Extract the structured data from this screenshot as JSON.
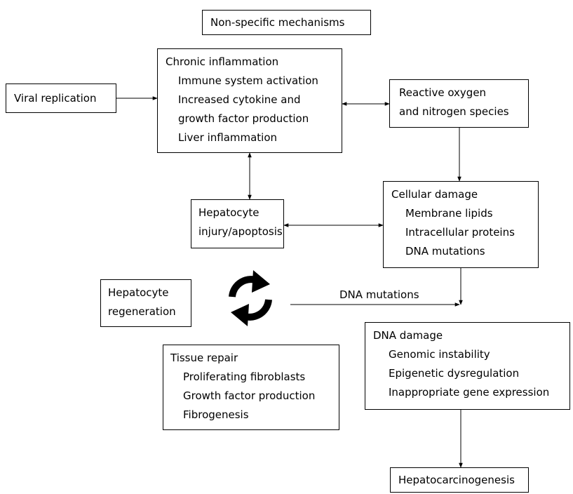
{
  "title": "Non-specific mechanisms",
  "viral": "Viral replication",
  "inflammation": {
    "heading": "Chronic inflammation",
    "items": [
      "Immune system activation",
      "Increased cytokine and",
      "growth factor production",
      "Liver inflammation"
    ]
  },
  "ros": [
    "Reactive oxygen",
    "and nitrogen species"
  ],
  "hepatocyte_injury": [
    "Hepatocyte",
    "injury/apoptosis"
  ],
  "cellular": {
    "heading": "Cellular damage",
    "items": [
      "Membrane lipids",
      "Intracellular proteins",
      "DNA mutations"
    ]
  },
  "regeneration": [
    "Hepatocyte",
    "regeneration"
  ],
  "dna_mutations_label": "DNA mutations",
  "dna_damage": {
    "heading": "DNA damage",
    "items": [
      "Genomic instability",
      "Epigenetic dysregulation",
      "Inappropriate gene expression"
    ]
  },
  "tissue_repair": {
    "heading": "Tissue repair",
    "items": [
      "Proliferating fibroblasts",
      "Growth factor production",
      "Fibrogenesis"
    ]
  },
  "outcome": "Hepatocarcinogenesis",
  "icons": {
    "cycle": "cycle-arrows-icon"
  }
}
